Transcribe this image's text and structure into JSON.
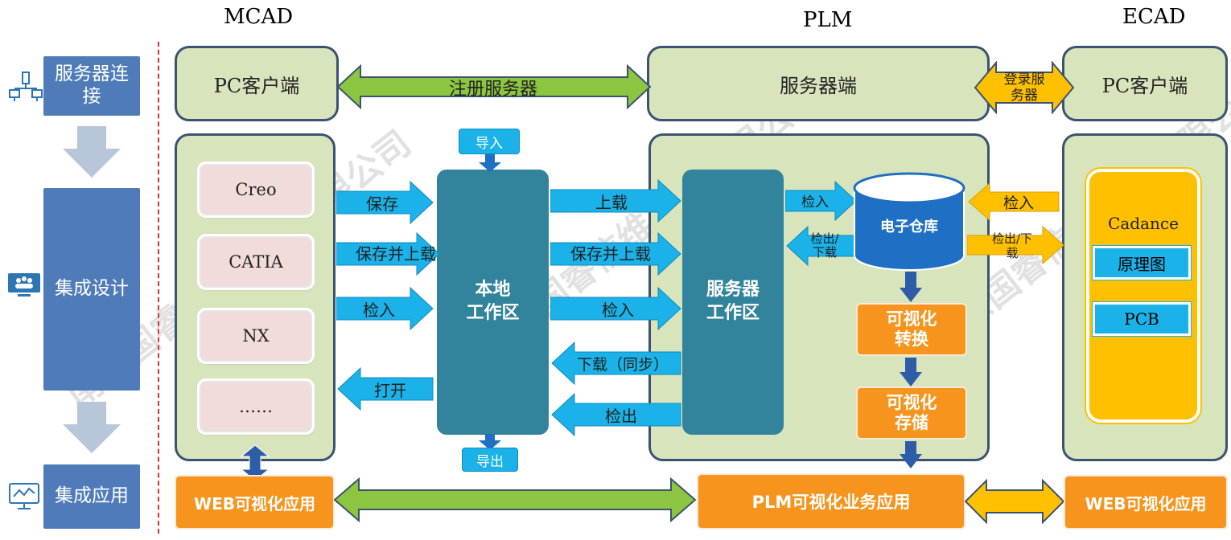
{
  "headers": {
    "mcad": "MCAD",
    "plm": "PLM",
    "ecad": "ECAD"
  },
  "steps": {
    "server_connect": "服务器连接",
    "integrated_design": "集成设计",
    "integrated_app": "集成应用"
  },
  "top_row": {
    "mcad_client": "PC客户端",
    "register_server": "注册服务器",
    "server_side": "服务器端",
    "login_server": "登录服务器",
    "ecad_client": "PC客户端"
  },
  "mcad_programs": [
    "Creo",
    "CATIA",
    "NX",
    "……"
  ],
  "local_workspace": "本地\n工作区",
  "server_workspace": "服务器\n工作区",
  "import_label": "导入",
  "export_label": "导出",
  "mcad_arrows": {
    "save": "保存",
    "save_upload": "保存并上载",
    "checkin": "检入",
    "open": "打开"
  },
  "middle_arrows": {
    "upload": "上载",
    "save_upload": "保存并上载",
    "checkin": "检入",
    "download_sync": "下载（同步）",
    "checkout": "检出"
  },
  "vault_arrows": {
    "checkin": "检入",
    "checkout_download": "检出/\n下载"
  },
  "vault": "电子仓库",
  "vis_convert": "可视化\n转换",
  "vis_store": "可视化\n存储",
  "ecad_arrows": {
    "checkin": "检入",
    "checkout_download": "检出/下\n载"
  },
  "ecad_tool": {
    "name": "Cadance",
    "items": [
      "原理图",
      "PCB"
    ]
  },
  "bottom_row": {
    "mcad_web": "WEB可视化应用",
    "plm_app": "PLM可视化业务应用",
    "ecad_web": "WEB可视化应用"
  },
  "watermark": "南京国睿信维软件有限公司",
  "colors": {
    "step": "#4f7cb8",
    "pane": "#d8e4bc",
    "workspace": "#31849b",
    "blue_arrow": "#1ab2e8",
    "orange": "#f7941d",
    "green_arrow": "#8cc540",
    "gold": "#ffc000",
    "vault": "#1f6fc4"
  }
}
